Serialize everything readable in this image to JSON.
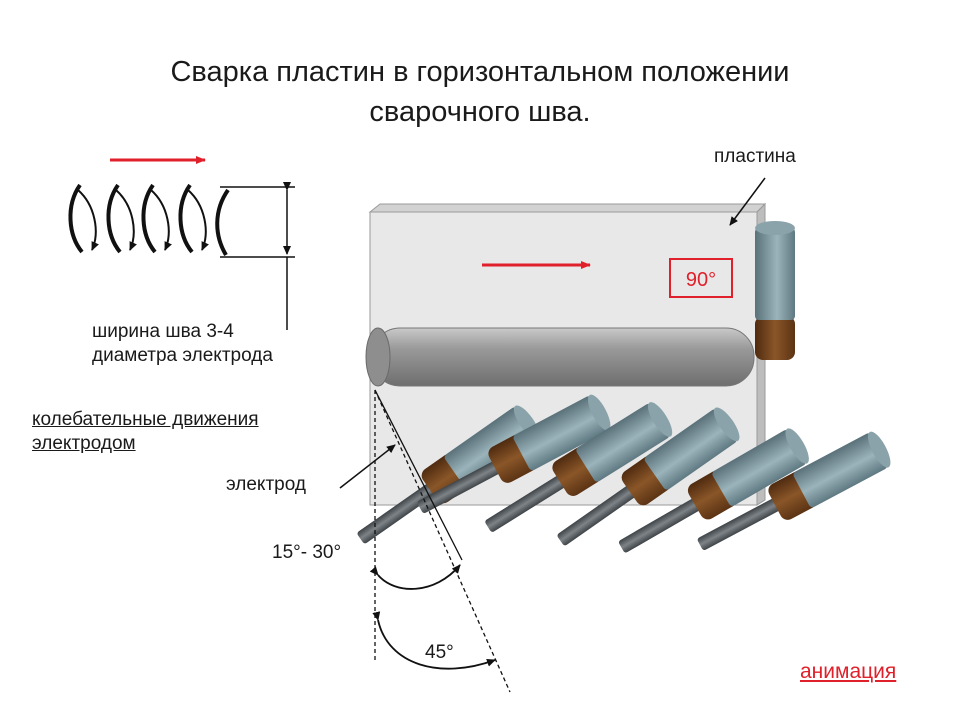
{
  "title": {
    "line1": "Сварка пластин в горизонтальном положении",
    "line2": "сварочного шва."
  },
  "labels": {
    "plate": "пластина",
    "angle_vertical": "90°",
    "seam_width_line1": "ширина шва 3-4",
    "seam_width_line2": "диаметра электрода",
    "oscillation_line1": "колебательные движения",
    "oscillation_line2": "электродом",
    "electrode": "электрод",
    "angle_range": "15°- 30°",
    "angle_45": "45°",
    "animation_link": "анимация"
  },
  "colors": {
    "arrow_red": "#e0202a",
    "plate": "#e6e6e6",
    "electrode_body": "#7f9aa3",
    "coating": "#7a4a22",
    "rod": "#5a5f63"
  }
}
